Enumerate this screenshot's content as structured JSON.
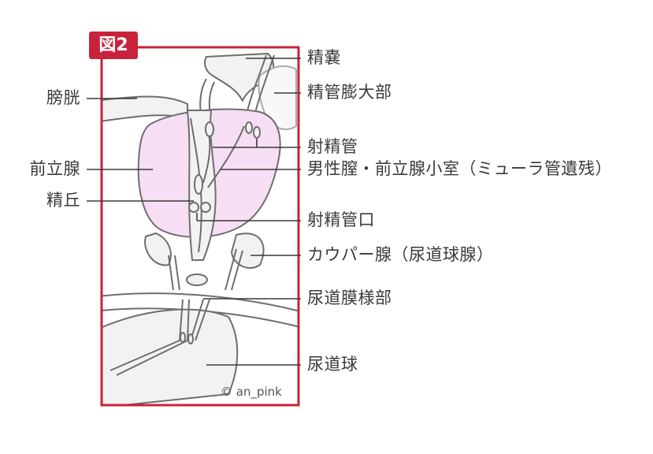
{
  "figure": {
    "badge": "図2",
    "credit": "© an_pink"
  },
  "labels_left": [
    {
      "key": "bladder",
      "text": "膀胱"
    },
    {
      "key": "prostate",
      "text": "前立腺"
    },
    {
      "key": "colliculus",
      "text": "精丘"
    }
  ],
  "labels_right": [
    {
      "key": "seminal-vesicle",
      "text": "精嚢"
    },
    {
      "key": "ampulla",
      "text": "精管膨大部"
    },
    {
      "key": "ejaculatory-duct",
      "text": "射精管"
    },
    {
      "key": "utricle",
      "text": "男性膣・前立腺小室（ミューラ管遺残）"
    },
    {
      "key": "ejaculatory-orifice",
      "text": "射精管口"
    },
    {
      "key": "cowper-gland",
      "text": "カウパー腺（尿道球腺）"
    },
    {
      "key": "membranous-urethra",
      "text": "尿道膜様部"
    },
    {
      "key": "bulb",
      "text": "尿道球"
    }
  ],
  "colors": {
    "frame": "#c8233a",
    "prostate_fill": "#f6dff4",
    "tissue_fill": "#f2f2f2",
    "outline": "#6e6e6e",
    "leader": "#3a3a3a"
  }
}
